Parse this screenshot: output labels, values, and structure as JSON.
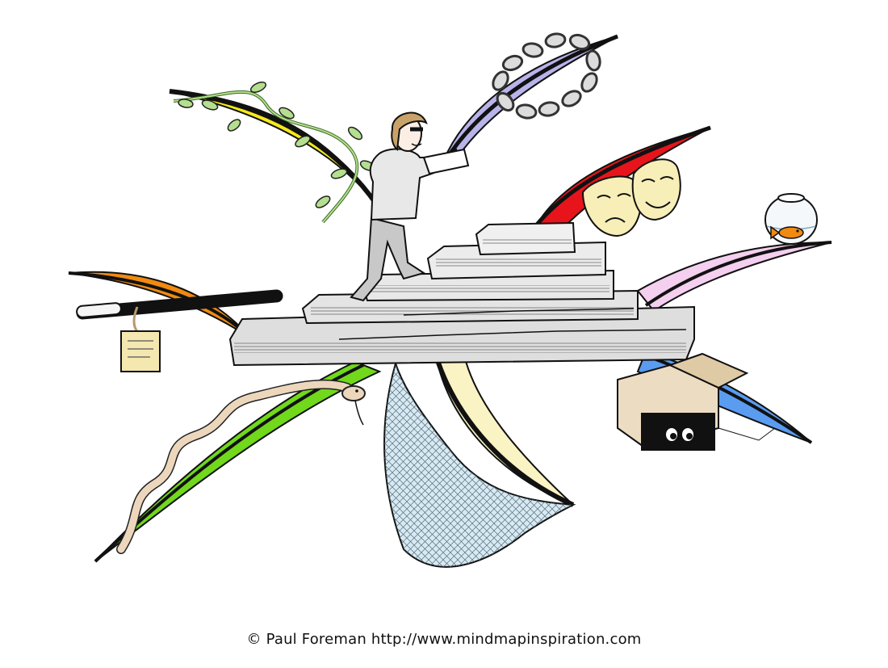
{
  "illustration": {
    "kind": "mind map illustration",
    "branches": [
      {
        "name": "vine-branch",
        "color": "#f5ea1c"
      },
      {
        "name": "chain-branch",
        "color": "#b8b4ea"
      },
      {
        "name": "masks-branch",
        "color": "#e8141b"
      },
      {
        "name": "fishbowl-branch",
        "color": "#f4cfef"
      },
      {
        "name": "box-branch",
        "color": "#5a9cf0"
      },
      {
        "name": "net-branch",
        "color": "#faf3c4"
      },
      {
        "name": "snake-branch",
        "color": "#71d81b"
      },
      {
        "name": "cane-branch",
        "color": "#f08a10"
      }
    ],
    "center": "stack-of-books",
    "figure": "person-climbing-books"
  },
  "footer": {
    "copyright": "© Paul Foreman http://www.mindmapinspiration.com"
  }
}
